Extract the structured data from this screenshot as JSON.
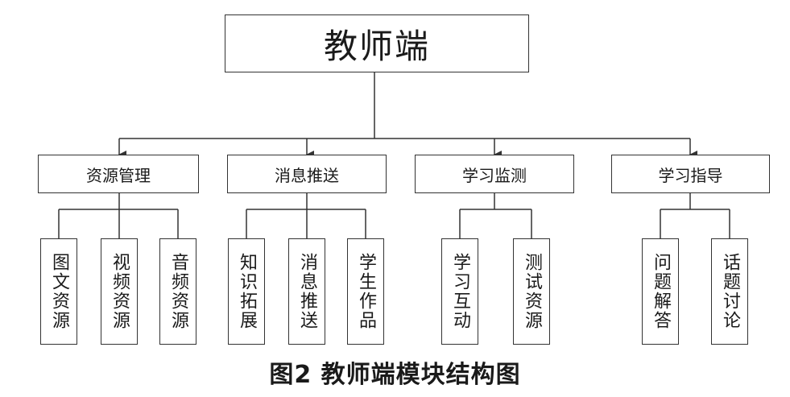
{
  "root": {
    "label": "教师端"
  },
  "modules": [
    {
      "label": "资源管理",
      "children": [
        "图文资源",
        "视频资源",
        "音频资源"
      ]
    },
    {
      "label": "消息推送",
      "children": [
        "知识拓展",
        "消息推送",
        "学生作品"
      ]
    },
    {
      "label": "学习监测",
      "children": [
        "学习互动",
        "测试资源"
      ]
    },
    {
      "label": "学习指导",
      "children": [
        "问题解答",
        "话题讨论"
      ]
    }
  ],
  "caption": "图2 教师端模块结构图"
}
